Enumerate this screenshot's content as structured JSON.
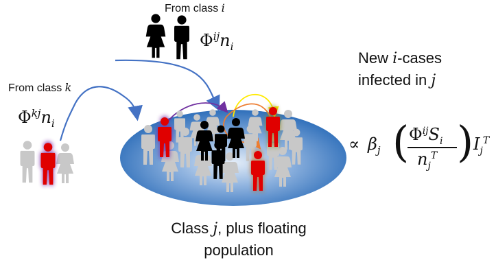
{
  "labels": {
    "from_class_i": {
      "prefix": "From class ",
      "var": "i"
    },
    "from_class_k": {
      "prefix": "From class ",
      "var": "k"
    },
    "flux_ij": {
      "sym": "Φ",
      "sup": "ij",
      "n": "n",
      "sub": "i"
    },
    "flux_kj": {
      "sym": "Φ",
      "sup": "kj",
      "n": "n",
      "sub": "i"
    },
    "new_cases_line1_pre": "New ",
    "new_cases_var": "i",
    "new_cases_line1_post": "-cases",
    "new_cases_line2_pre": "infected in ",
    "new_cases_line2_var": "j",
    "caption_line1_pre": "Class ",
    "caption_var": "j",
    "caption_line1_post": ", plus floating",
    "caption_line2": "population"
  },
  "formula": {
    "proportional": "∝",
    "beta": "β",
    "beta_sub": "j",
    "phi": "Φ",
    "phi_sup": "ij",
    "S": "S",
    "S_sub": "i",
    "n": "n",
    "n_sub": "j",
    "n_sup": "T",
    "I": "I",
    "I_sub": "j",
    "I_sup": "T"
  },
  "colors": {
    "ellipse_dark": "#2f6fba",
    "ellipse_light": "#dfe9f6",
    "infected": "#e00000",
    "susceptible": "#c8c8c8",
    "arrow_blue": "#4472c4",
    "arrow_purple": "#7030a0",
    "arrow_yellow": "#ffea00",
    "arrow_orange": "#ed7d31",
    "black": "#000000"
  }
}
